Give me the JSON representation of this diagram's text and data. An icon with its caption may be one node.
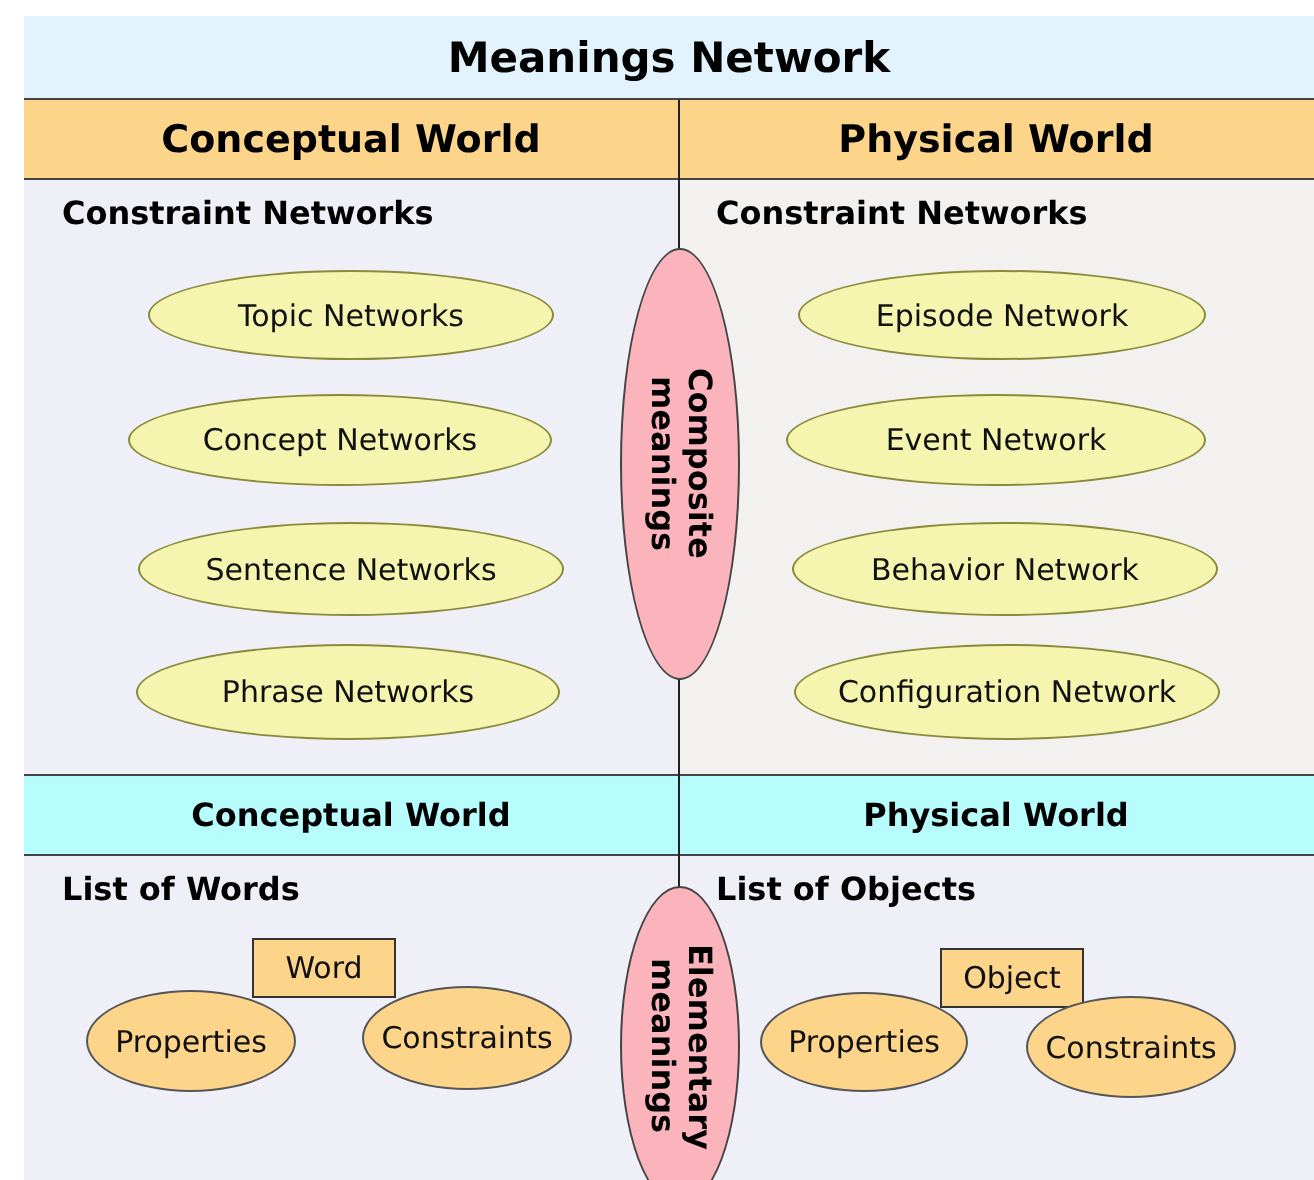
{
  "diagram": {
    "title": "Meanings Network",
    "nodes": [
      {
        "text": [
          "Conceptual World"
        ]
      },
      {
        "text": [
          "Physical World"
        ]
      },
      {
        "text": [
          "Constraint Networks"
        ]
      },
      {
        "text": [
          "Topic Networks"
        ],
        "in": 2
      },
      {
        "text": [
          "Concept Networks"
        ],
        "in": 2
      },
      {
        "text": [
          "Sentence Networks"
        ],
        "in": 2
      },
      {
        "text": [
          "Phrase Networks"
        ],
        "in": 2
      },
      {
        "text": [
          "Constraint Networks"
        ]
      },
      {
        "text": [
          "Episode Network"
        ],
        "in": 7
      },
      {
        "text": [
          "Event Network"
        ],
        "in": 7
      },
      {
        "text": [
          "Behavior Network"
        ],
        "in": 7
      },
      {
        "text": [
          "Configuration Network"
        ],
        "in": 7
      },
      {
        "text": [
          "Composite meanings"
        ]
      },
      {
        "text": [
          "Conceptual World"
        ]
      },
      {
        "text": [
          "Physical World"
        ]
      },
      {
        "text": [
          "List of Words"
        ]
      },
      {
        "text": [
          "Word"
        ],
        "in": 15
      },
      {
        "text": [
          "Properties"
        ],
        "in": 15
      },
      {
        "text": [
          "Constraints"
        ],
        "in": 15
      },
      {
        "text": [
          "List of Objects"
        ]
      },
      {
        "text": [
          "Object"
        ],
        "in": 19
      },
      {
        "text": [
          "Properties"
        ],
        "in": 19
      },
      {
        "text": [
          "Constraints"
        ],
        "in": 19
      },
      {
        "text": [
          "Elementary meanings"
        ]
      }
    ],
    "edges": []
  }
}
